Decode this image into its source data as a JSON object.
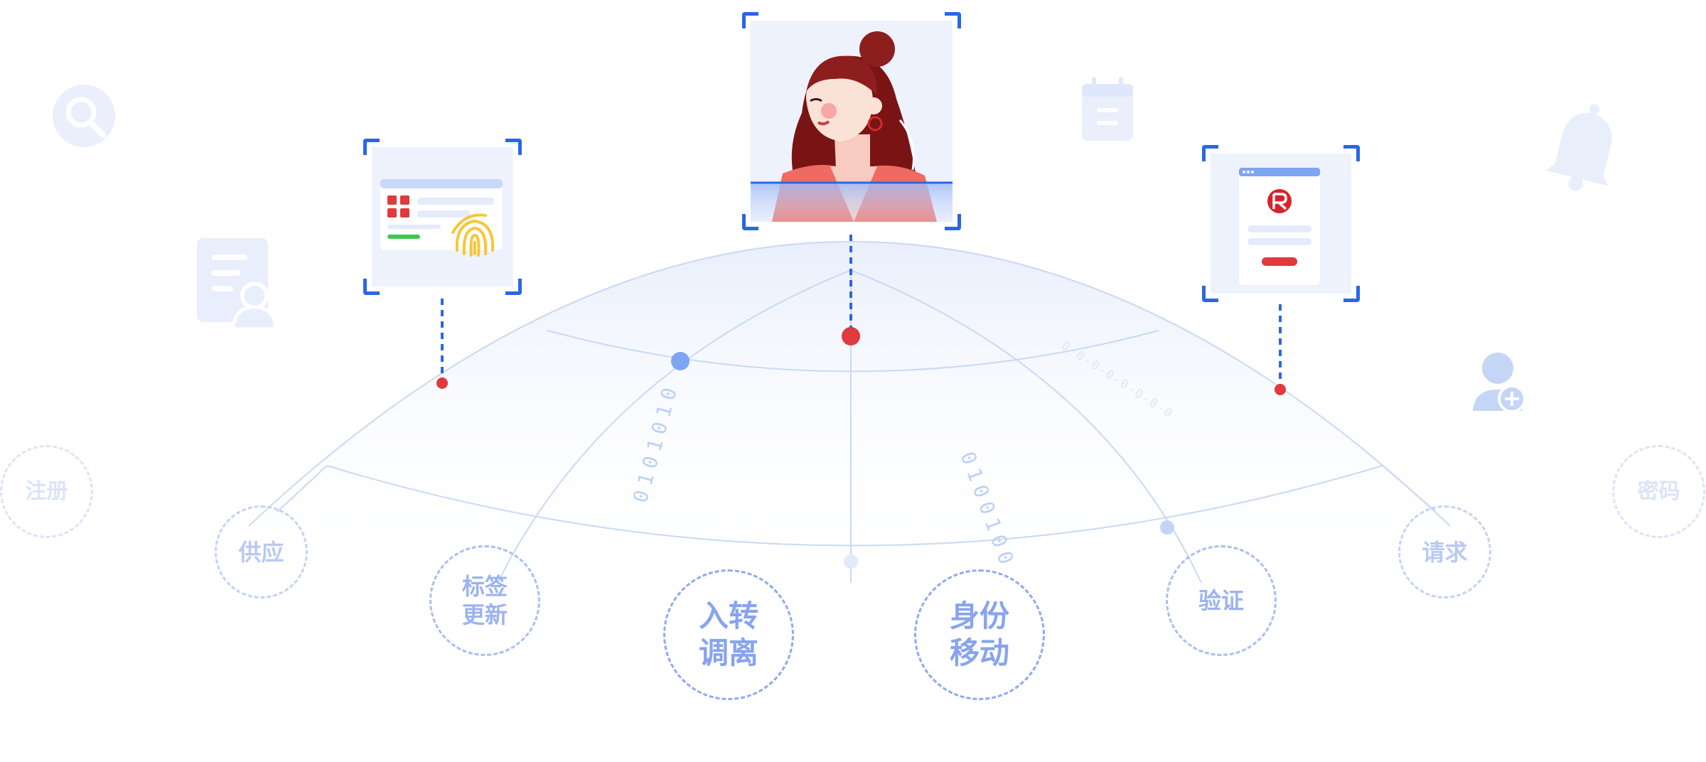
{
  "colors": {
    "accent_blue": "#2a66e8",
    "marker_red": "#e0393e",
    "node_blue": "#7ea4f2",
    "globe_line": "#c9d9f6",
    "bubble_strong": "#8eaaf0",
    "bubble_mid": "#b4c6f4",
    "bubble_faint": "#d7e1f8",
    "icon_faint": "#e9eefb"
  },
  "bubbles": {
    "register": "注册",
    "supply": "供应",
    "tag_update_line1": "标签",
    "tag_update_line2": "更新",
    "onboard_line1": "入转",
    "onboard_line2": "调离",
    "identity_line1": "身份",
    "identity_line2": "移动",
    "verify": "验证",
    "request": "请求",
    "password": "密码"
  },
  "binary_streams": {
    "left": "0101010",
    "center": "0100100",
    "right": "0-0-0-0-0-0-0-0"
  },
  "icons": {
    "search": "search-icon",
    "user_document": "user-document-icon",
    "calendar": "calendar-icon",
    "bell": "bell-icon",
    "add_user": "add-user-icon",
    "fingerprint": "fingerprint-icon",
    "logo": "r-logo-icon"
  }
}
